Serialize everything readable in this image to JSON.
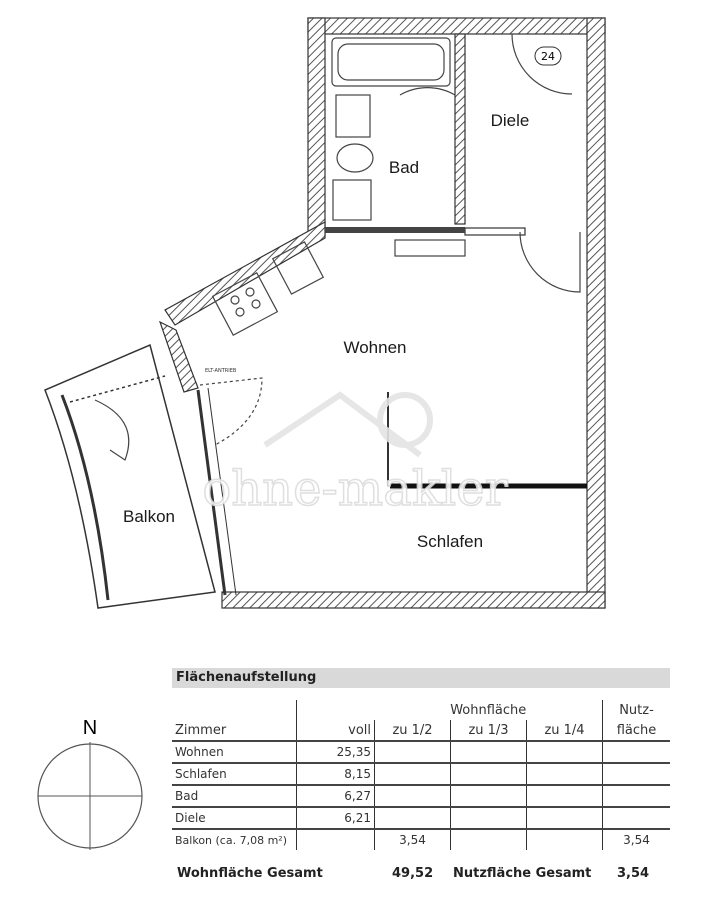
{
  "plan": {
    "rooms": [
      "Diele",
      "Bad",
      "Wohnen",
      "Schlafen",
      "Balkon"
    ],
    "door_number": "24",
    "small_label": "ELT-ANTRIEB",
    "watermark": "ohne-makler"
  },
  "compass": {
    "label": "N"
  },
  "table": {
    "title": "Flächenaufstellung",
    "group_header": "Wohnfläche",
    "nutz_header_1": "Nutz-",
    "nutz_header_2": "fläche",
    "columns": [
      "Zimmer",
      "voll",
      "zu 1/2",
      "zu 1/3",
      "zu 1/4"
    ],
    "rows": [
      {
        "room": "Wohnen",
        "voll": "25,35",
        "half": "",
        "third": "",
        "quarter": "",
        "nutz": ""
      },
      {
        "room": "Schlafen",
        "voll": "8,15",
        "half": "",
        "third": "",
        "quarter": "",
        "nutz": ""
      },
      {
        "room": "Bad",
        "voll": "6,27",
        "half": "",
        "third": "",
        "quarter": "",
        "nutz": ""
      },
      {
        "room": "Diele",
        "voll": "6,21",
        "half": "",
        "third": "",
        "quarter": "",
        "nutz": ""
      },
      {
        "room": "Balkon (ca. 7,08 m²)",
        "voll": "",
        "half": "3,54",
        "third": "",
        "quarter": "",
        "nutz": "3,54"
      }
    ],
    "totals": {
      "wohn_label": "Wohnfläche Gesamt",
      "wohn_value": "49,52",
      "nutz_label": "Nutzfläche Gesamt",
      "nutz_value": "3,54"
    }
  }
}
